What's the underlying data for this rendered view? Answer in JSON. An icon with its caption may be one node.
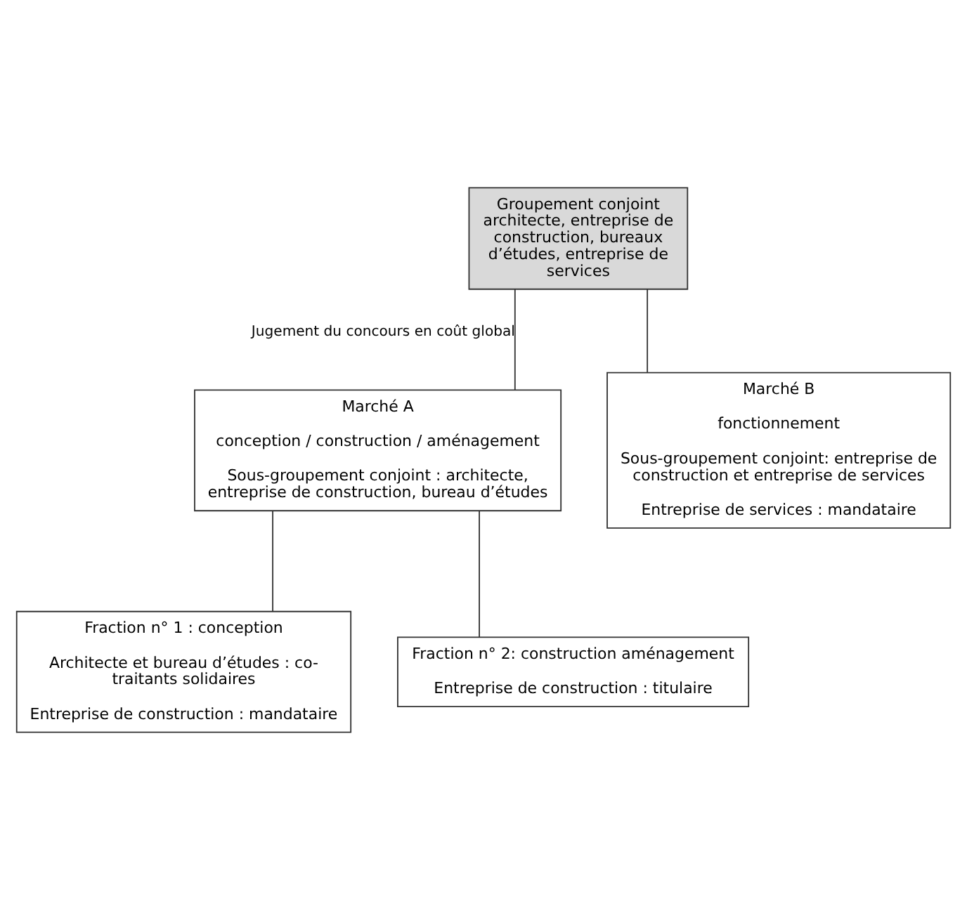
{
  "diagram": {
    "nodes": [
      {
        "text": [
          "Groupement conjoint architecte, entreprise de construction, bureaux d’études, entreprise de services"
        ]
      },
      {
        "text": [
          "Marché A",
          "conception / construction / aménagement",
          "Sous-groupement conjoint : architecte, entreprise de construction, bureau d’études"
        ]
      },
      {
        "text": [
          "Marché B",
          "fonctionnement",
          "Sous-groupement conjoint: entreprise de construction et entreprise de services",
          "Entreprise de services : mandataire"
        ]
      },
      {
        "text": [
          "Fraction n° 1 : conception",
          "Architecte et bureau d’études : co-traitants solidaires",
          "Entreprise de construction : mandataire"
        ]
      },
      {
        "text": [
          "Fraction n° 2: construction aménagement",
          "Entreprise de construction : titulaire"
        ]
      }
    ],
    "edges": [
      {
        "from": 0,
        "to": 1,
        "arrow": "none",
        "label": "Jugement du concours en coût global"
      },
      {
        "from": 0,
        "to": 2,
        "arrow": "none"
      },
      {
        "from": 1,
        "to": 3,
        "arrow": "none"
      },
      {
        "from": 1,
        "to": 4,
        "arrow": "none"
      }
    ]
  }
}
